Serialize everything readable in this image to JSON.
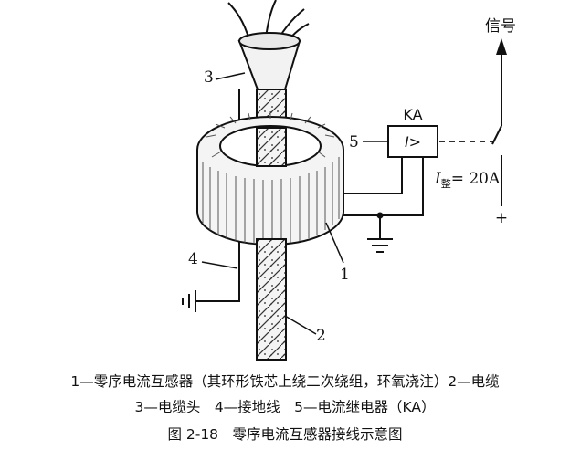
{
  "labels": {
    "signal": "信号",
    "relay_name": "KA",
    "relay_symbol": "I>",
    "setting_prefix": "I",
    "setting_sub": "整",
    "setting_value": "= 20A",
    "plus": "+",
    "n1": "1",
    "n2": "2",
    "n3": "3",
    "n4": "4",
    "n5": "5"
  },
  "caption": {
    "line1": "1—零序电流互感器（其环形铁芯上绕二次绕组，环氧浇注）2—电缆",
    "line2": "3—电缆头　4—接地线　5—电流继电器（KA）",
    "figure_title": "图 2-18　零序电流互感器接线示意图"
  }
}
